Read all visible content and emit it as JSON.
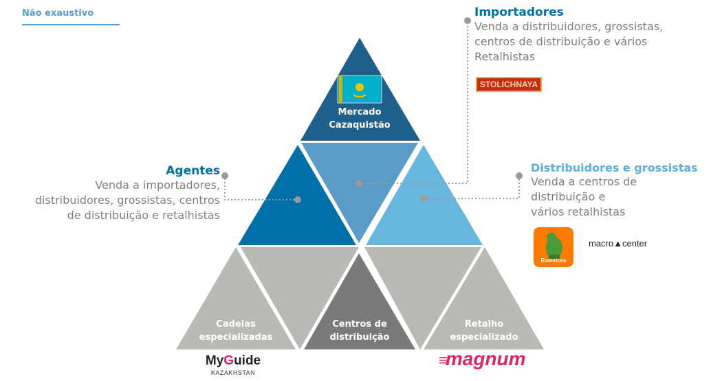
{
  "badge": "Não exaustivo",
  "top": {
    "label_line1": "Mercado",
    "label_line2": "Cazaquistão"
  },
  "importadores": {
    "title": "Importadores",
    "lines": [
      "Venda a distribuidores,  grossistas,",
      "centros de distribuição  e vários",
      "Retalhistas"
    ],
    "logo": "STOLICHNAYA"
  },
  "agentes": {
    "title": "Agentes",
    "lines": [
      "Venda a importadores,",
      "distribuidores, grossistas, centros",
      "de distribuição  e retalhistas"
    ]
  },
  "distribuidores": {
    "title": "Distribuidores e grossistas",
    "lines": [
      "Venda a centros de",
      "distribuição  e",
      "vários retalhistas"
    ],
    "logo1": "Ramstore",
    "logo2": "macro▲center"
  },
  "bottom": {
    "left": {
      "line1": "Cadeias",
      "line2": "especializadas",
      "logo_a": "My",
      "logo_b": "G",
      "logo_c": "uide",
      "logo_sub": "KAZAKHSTAN"
    },
    "center": {
      "line1": "Centros de",
      "line2": "distribuição"
    },
    "right": {
      "line1": "Retalho",
      "line2": "especializado",
      "logo": "magnum"
    }
  },
  "colors": {
    "dark_blue": "#1f5f8b",
    "mid_blue": "#0070a8",
    "steel_blue": "#5b9bc8",
    "light_blue": "#66b6e0",
    "grey": "#b9b9b6",
    "dark_grey": "#7a7a7a",
    "accent_text_blue": "#0070a8",
    "light_title_blue": "#5bb0e0",
    "magnum_red": "#e0245e"
  }
}
